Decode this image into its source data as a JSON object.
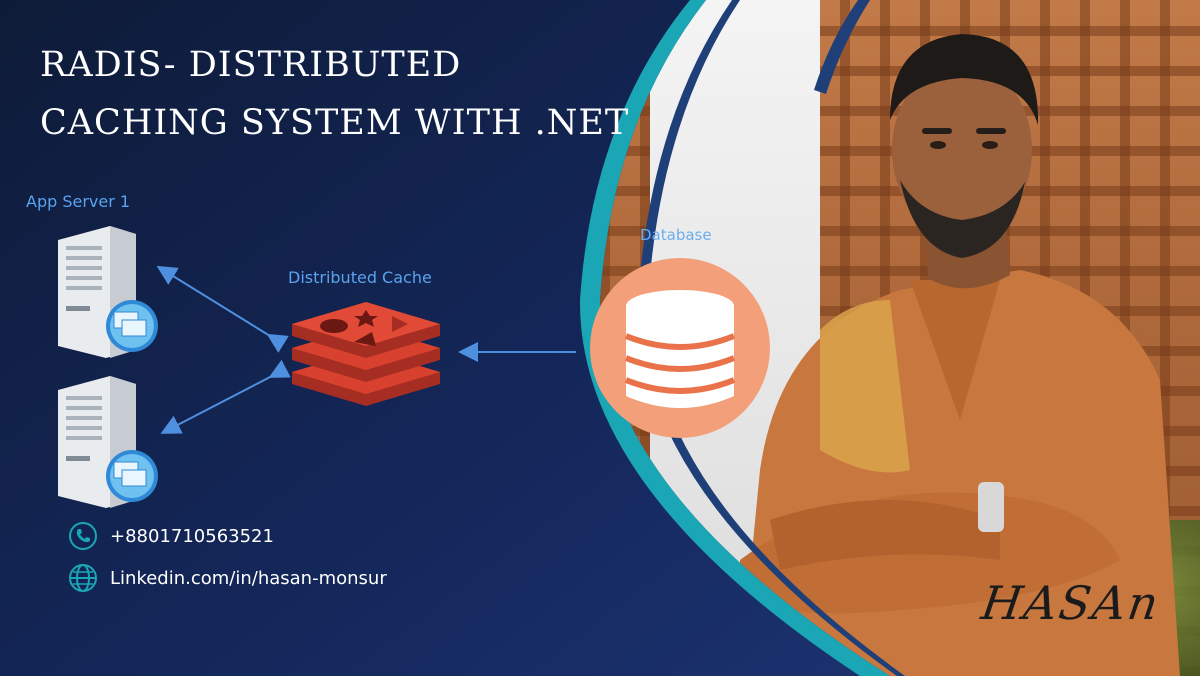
{
  "title": {
    "line1": "RADIS- DISTRIBUTED",
    "line2": "CACHING SYSTEM WITH .NET"
  },
  "diagram": {
    "app_server_label": "App Server 1",
    "cache_label": "Distributed Cache",
    "database_label": "Database"
  },
  "contact": {
    "phone": "+8801710563521",
    "linkedin": "Linkedin.com/in/hasan-monsur"
  },
  "signature": "HASAn",
  "colors": {
    "background": "#0f1d3b",
    "accent_teal": "#1aa6b4",
    "label_blue": "#5aa3ee",
    "redis_red": "#d9412f",
    "db_orange": "#f3a07a"
  },
  "icons": {
    "server": "server-icon",
    "cache": "redis-icon",
    "database": "database-icon",
    "phone": "phone-icon",
    "globe": "globe-icon"
  }
}
